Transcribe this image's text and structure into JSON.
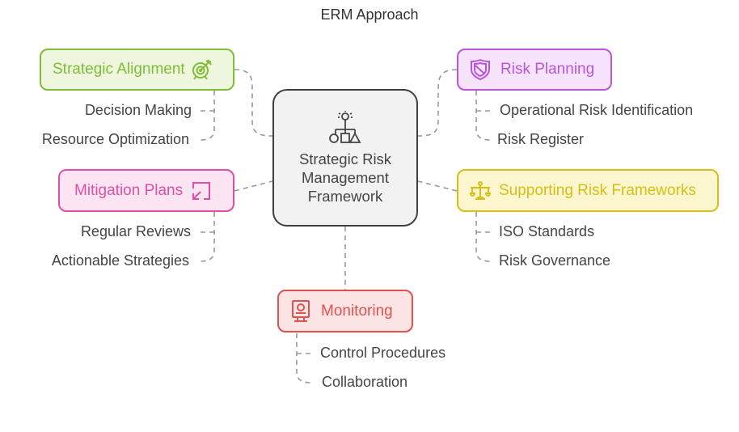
{
  "title": "ERM Approach",
  "center": {
    "label": "Strategic Risk Management Framework",
    "icon": "idea-hierarchy-icon"
  },
  "branches": [
    {
      "id": "strategic-alignment",
      "label": "Strategic Alignment",
      "icon": "target-arrow-icon",
      "color": "#7fbd38",
      "bg": "#eef7dd",
      "children": [
        "Decision Making",
        "Resource Optimization"
      ]
    },
    {
      "id": "risk-planning",
      "label": "Risk Planning",
      "icon": "shield-icon",
      "color": "#b955d8",
      "bg": "#f7e4fc",
      "children": [
        "Operational Risk Identification",
        "Risk Register"
      ]
    },
    {
      "id": "mitigation-plans",
      "label": "Mitigation Plans",
      "icon": "resize-arrow-icon",
      "color": "#df4fa6",
      "bg": "#fce4f2",
      "children": [
        "Regular Reviews",
        "Actionable Strategies"
      ]
    },
    {
      "id": "supporting-risk-frameworks",
      "label": "Supporting Risk Frameworks",
      "icon": "scale-icon",
      "color": "#d6be14",
      "bg": "#fcf6cf",
      "children": [
        "ISO Standards",
        "Risk Governance"
      ]
    },
    {
      "id": "monitoring",
      "label": "Monitoring",
      "icon": "monitor-icon",
      "color": "#e0514f",
      "bg": "#fde5e5",
      "children": [
        "Control Procedures",
        "Collaboration"
      ]
    }
  ]
}
